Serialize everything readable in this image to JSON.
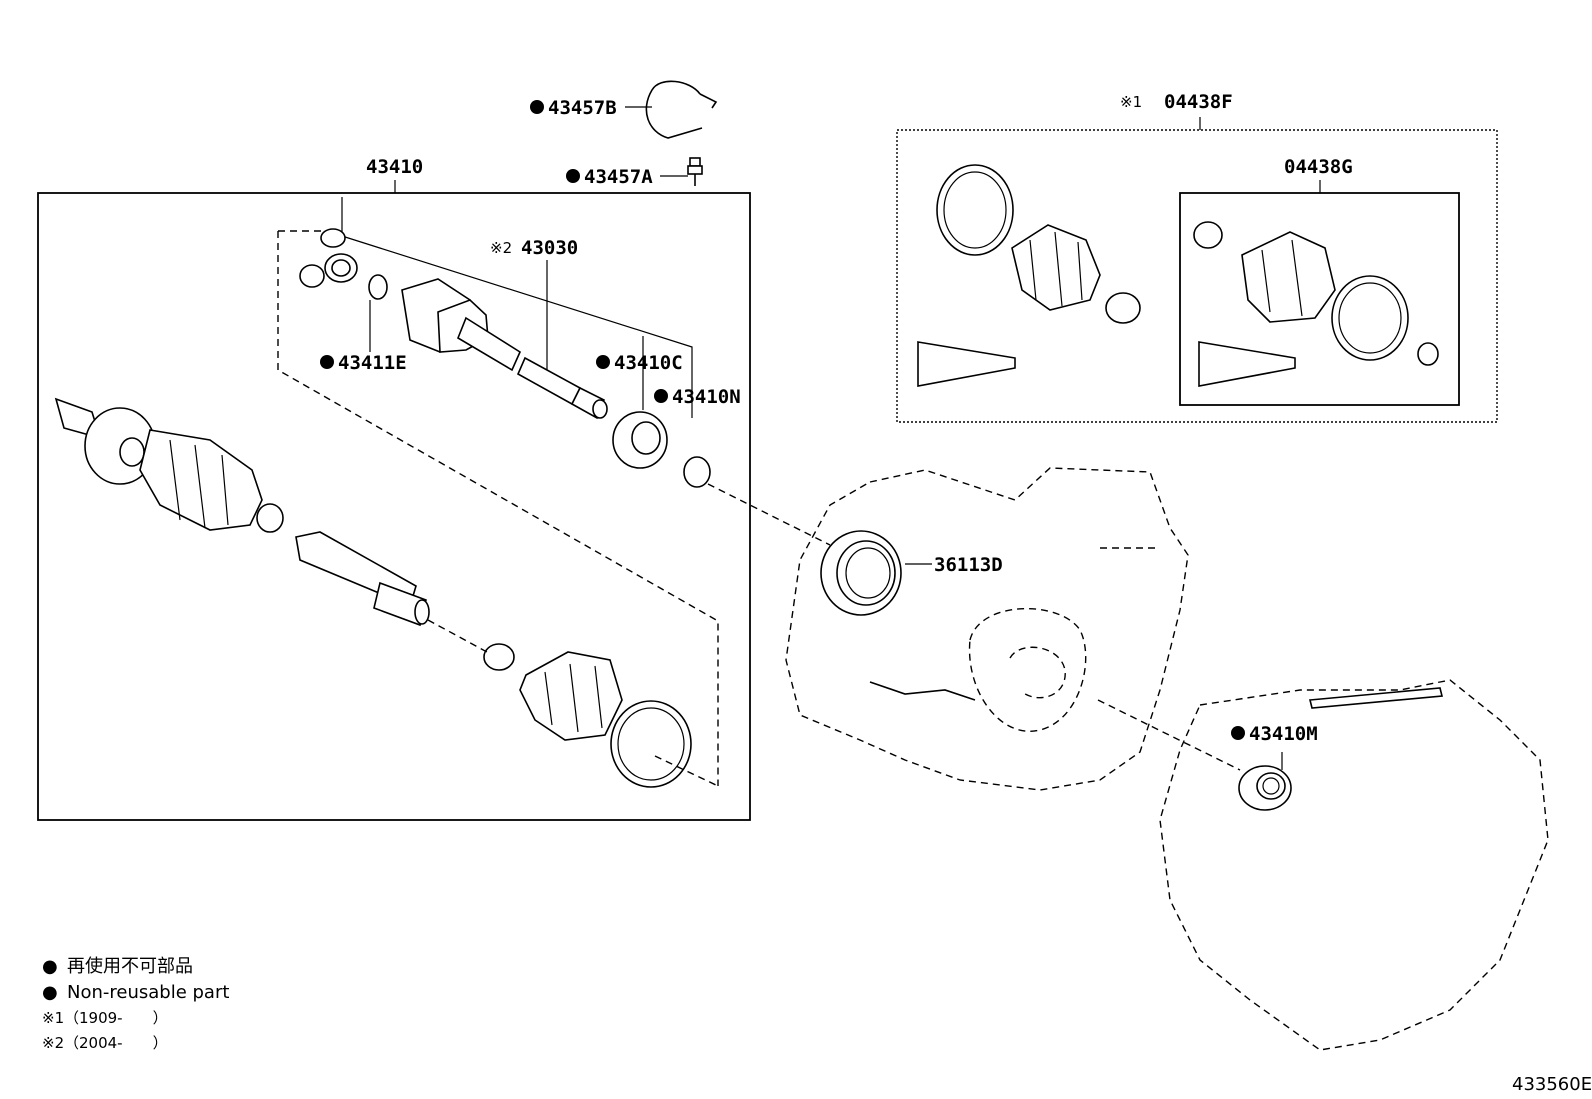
{
  "colors": {
    "ink": "#000000",
    "background": "#ffffff"
  },
  "parts": [
    {
      "id": "p43457B",
      "number": "43457B",
      "non_reusable": true
    },
    {
      "id": "p43457A",
      "number": "43457A",
      "non_reusable": true
    },
    {
      "id": "p43410",
      "number": "43410",
      "non_reusable": false
    },
    {
      "id": "p43030",
      "number": "43030",
      "note": "※2",
      "non_reusable": false
    },
    {
      "id": "p43411E",
      "number": "43411E",
      "non_reusable": true
    },
    {
      "id": "p43410C",
      "number": "43410C",
      "non_reusable": true
    },
    {
      "id": "p43410N",
      "number": "43410N",
      "non_reusable": true
    },
    {
      "id": "p36113D",
      "number": "36113D",
      "non_reusable": false
    },
    {
      "id": "p43410M",
      "number": "43410M",
      "non_reusable": true
    },
    {
      "id": "p04438F",
      "number": "04438F",
      "note": "※1",
      "non_reusable": false
    },
    {
      "id": "p04438G",
      "number": "04438G",
      "non_reusable": false
    }
  ],
  "labels": {
    "p43457B": "43457B",
    "p43457A": "43457A",
    "p43410": "43410",
    "p43030": "43030",
    "p43030_note": "※2",
    "p43411E": "43411E",
    "p43410C": "43410C",
    "p43410N": "43410N",
    "p36113D": "36113D",
    "p43410M": "43410M",
    "p04438F": "04438F",
    "p04438F_note": "※1",
    "p04438G": "04438G"
  },
  "legend": {
    "bullet": "●",
    "non_reusable_ja": "再使用不可部品",
    "non_reusable_en": "Non-reusable part",
    "note1_mark": "※1",
    "note1_text": "（1909-　　）",
    "note2_mark": "※2",
    "note2_text": "（2004-　　）"
  },
  "illustration_id": "433560E"
}
